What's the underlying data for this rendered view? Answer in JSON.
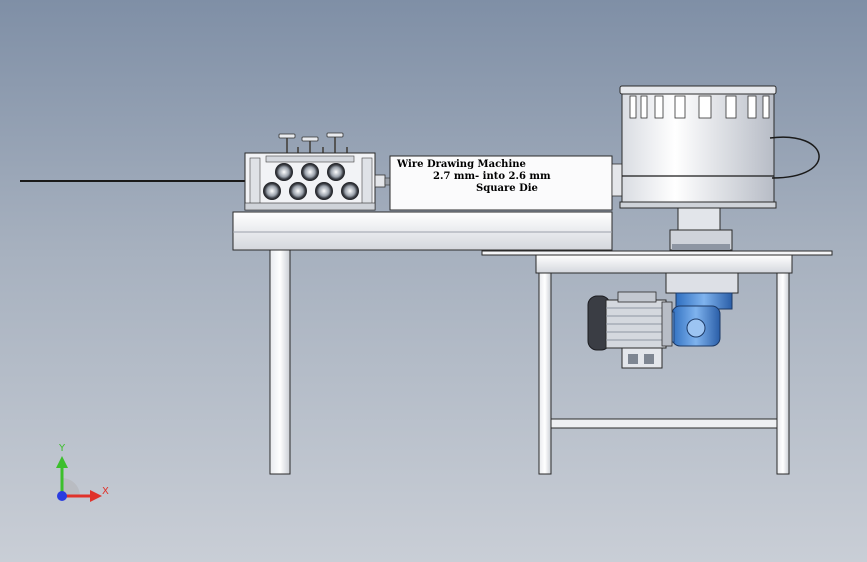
{
  "drawing": {
    "title": "Wire Drawing Machine",
    "spec": "2.7 mm- into 2.6 mm",
    "die": "Square Die"
  },
  "axes": {
    "y_label": "Y",
    "x_label": "X",
    "colors": {
      "y": "#3cbf2c",
      "x": "#e0322a",
      "z": "#2a3ce0"
    }
  },
  "colors": {
    "background_top": "#7f8fa6",
    "metal_light": "#f2f3f6",
    "metal_mid": "#c6cad2",
    "outline": "#2b2b2b",
    "gearbox_blue": "#4d8fd8",
    "motor_dark": "#3a3d44"
  }
}
